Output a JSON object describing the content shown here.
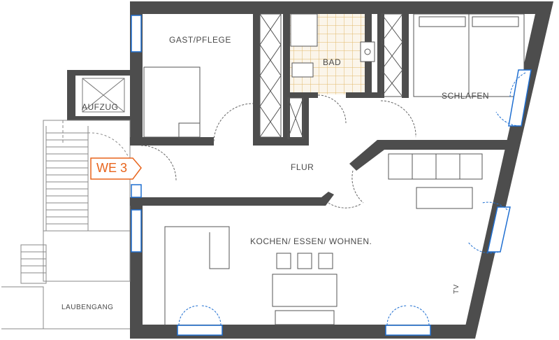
{
  "rooms": {
    "gast": "GAST/PFLEGE",
    "bad": "BAD",
    "schlafen": "SCHLAFEN",
    "aufzug": "AUFZUG",
    "flur": "FLUR",
    "wohnen": "KOCHEN/  ESSEN/  WOHNEN.",
    "laubengang": "LAUBENGANG",
    "tv": "TV"
  },
  "unit_marker": "WE 3",
  "colors": {
    "wall": "#4d4d4d",
    "accent": "#e8641c",
    "window": "#1f6fd1",
    "tile": "#e2b96a"
  }
}
